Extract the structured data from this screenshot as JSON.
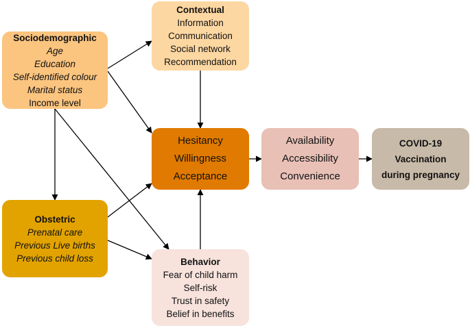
{
  "sociodemographic": {
    "title": "Sociodemographic",
    "items": [
      "Age",
      "Education",
      "Self-identified colour",
      "Marital status",
      "Income level"
    ]
  },
  "contextual": {
    "title": "Contextual",
    "items": [
      "Information",
      "Communication",
      "Social network",
      "Recommendation"
    ]
  },
  "obstetric": {
    "title": "Obstetric",
    "items": [
      "Prenatal care",
      "Previous Live births",
      "Previous child loss"
    ]
  },
  "behavior": {
    "title": "Behavior",
    "items": [
      "Fear of child harm",
      "Self-risk",
      "Trust in safety",
      "Belief in benefits"
    ]
  },
  "hesitancy": {
    "items": [
      "Hesitancy",
      "Willingness",
      "Acceptance"
    ]
  },
  "availability": {
    "items": [
      "Availability",
      "Accessibility",
      "Convenience"
    ]
  },
  "outcome": {
    "lines": [
      "COVID-19",
      "Vaccination",
      "during pregnancy"
    ]
  },
  "colors": {
    "sociodemographic": "#fbc47f",
    "contextual": "#fdd7a2",
    "obstetric": "#e2a300",
    "behavior": "#f7e2dc",
    "hesitancy": "#e07a00",
    "availability": "#e8c0b6",
    "outcome": "#c8baa8",
    "arrow": "#000000"
  }
}
